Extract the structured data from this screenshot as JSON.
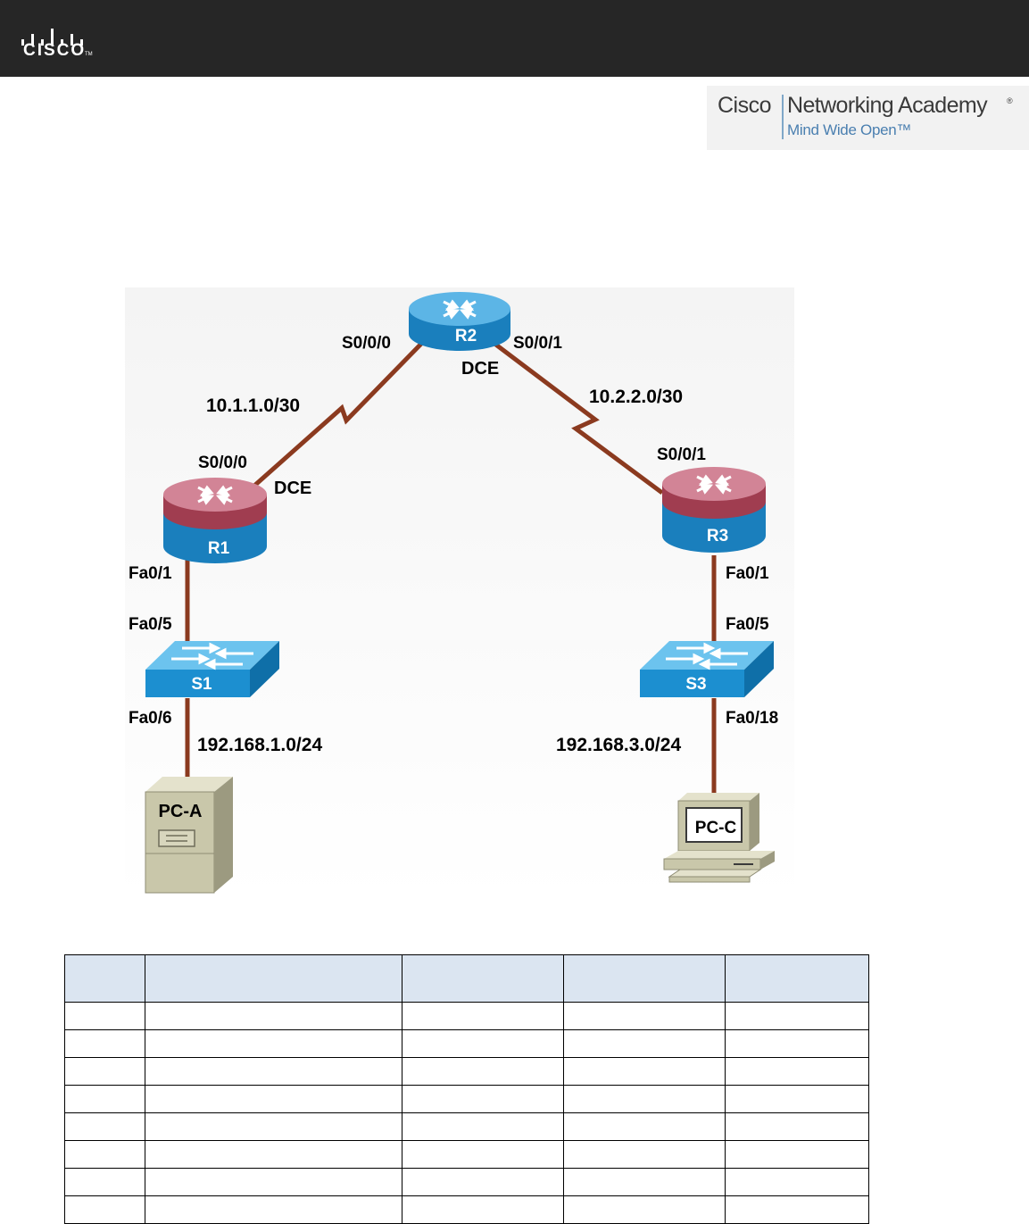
{
  "header": {
    "brand": "CISCO",
    "tm": "TM"
  },
  "academy_logo": {
    "cisco": "Cisco",
    "title": "Networking Academy",
    "registered": "®",
    "tagline": "Mind Wide Open™"
  },
  "topology": {
    "devices": {
      "r1": "R1",
      "r2": "R2",
      "r3": "R3",
      "s1": "S1",
      "s3": "S3",
      "pca": "PC-A",
      "pcc": "PC-C"
    },
    "interfaces": {
      "r2_s000": "S0/0/0",
      "r2_s001": "S0/0/1",
      "r2_dce": "DCE",
      "r1_s000": "S0/0/0",
      "r1_dce": "DCE",
      "r3_s001": "S0/0/1",
      "r1_fa01": "Fa0/1",
      "s1_fa05": "Fa0/5",
      "s1_fa06": "Fa0/6",
      "r3_fa01": "Fa0/1",
      "s3_fa05": "Fa0/5",
      "s3_fa018": "Fa0/18"
    },
    "networks": {
      "r1_r2": "10.1.1.0/30",
      "r2_r3": "10.2.2.0/30",
      "lan1": "192.168.1.0/24",
      "lan3": "192.168.3.0/24"
    },
    "colors": {
      "link": "#8b3a1f",
      "router_red": "#b24a5c",
      "router_blue": "#1a87c4",
      "switch_blue": "#1c8fd0",
      "pc_beige": "#c9c7aa"
    }
  },
  "addressing_table": {
    "headers": [
      "",
      "",
      "",
      "",
      ""
    ],
    "rows": [
      [
        "",
        "",
        "",
        "",
        ""
      ],
      [
        "",
        "",
        "",
        "",
        ""
      ],
      [
        "",
        "",
        "",
        "",
        ""
      ],
      [
        "",
        "",
        "",
        "",
        ""
      ],
      [
        "",
        "",
        "",
        "",
        ""
      ],
      [
        "",
        "",
        "",
        "",
        ""
      ],
      [
        "",
        "",
        "",
        "",
        ""
      ],
      [
        "",
        "",
        "",
        "",
        ""
      ]
    ]
  }
}
